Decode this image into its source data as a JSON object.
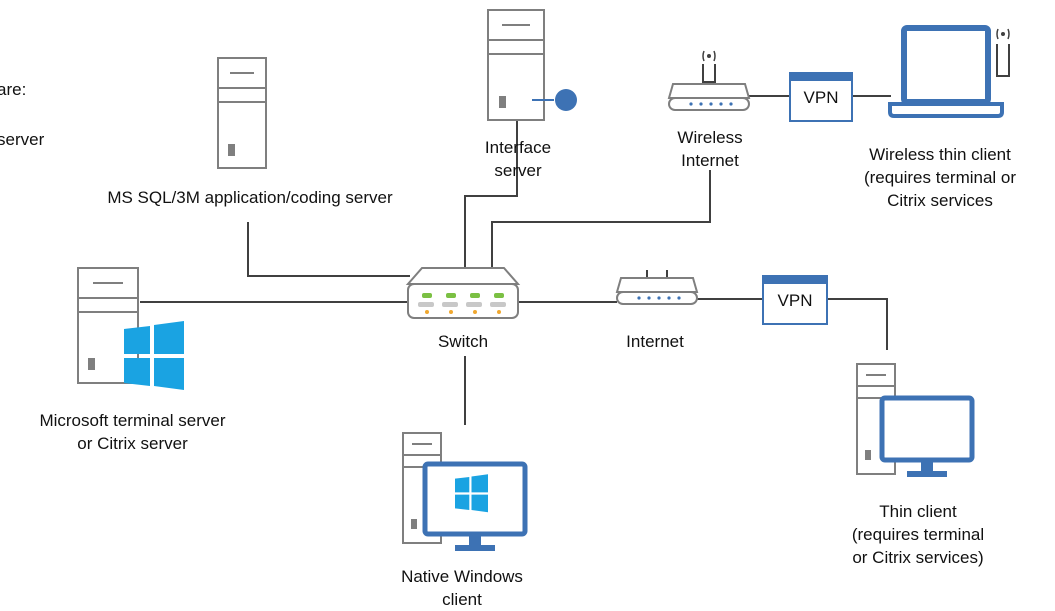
{
  "labels": {
    "fragment_line1": "are:",
    "fragment_line2": "server",
    "interface_server": [
      "Interface",
      "server"
    ],
    "wireless_internet": [
      "Wireless",
      "Internet"
    ],
    "wireless_thin_client": [
      "Wireless thin client",
      "(requires terminal or",
      "Citrix services"
    ],
    "sql_server": [
      "MS SQL/3M application/coding server"
    ],
    "switch": [
      "Switch"
    ],
    "internet": [
      "Internet"
    ],
    "terminal_server": [
      "Microsoft terminal server",
      "or Citrix server"
    ],
    "thin_client": [
      "Thin client",
      "(requires terminal",
      "or Citrix services)"
    ],
    "native_client": [
      "Native Windows",
      "client"
    ]
  },
  "vpn_labels": {
    "wireless": "VPN",
    "wired": "VPN"
  },
  "colors": {
    "line": "#404040",
    "device_outline": "#7f7f7f",
    "accent_blue": "#3d72b4",
    "windows_blue": "#1aa3e2",
    "led_green": "#7bc043",
    "led_orange": "#f0a830"
  }
}
